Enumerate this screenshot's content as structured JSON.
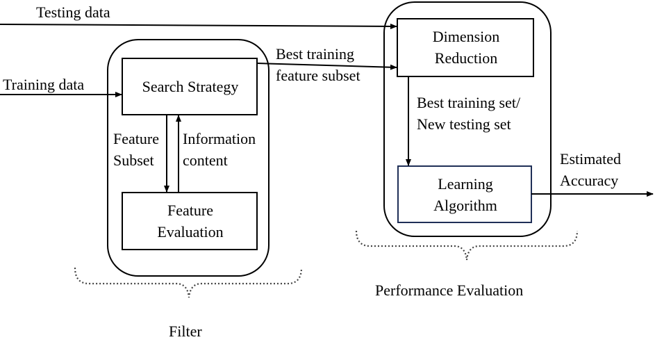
{
  "inputs": {
    "testing_data": "Testing data",
    "training_data": "Training data"
  },
  "filter": {
    "search_strategy": "Search Strategy",
    "feature_evaluation": [
      "Feature",
      "Evaluation"
    ],
    "feature_subset": [
      "Feature",
      "Subset"
    ],
    "information_content": [
      "Information",
      "content"
    ],
    "caption": "Filter"
  },
  "link": {
    "best_training_feature_subset": [
      "Best training",
      "feature subset"
    ]
  },
  "performance": {
    "dimension_reduction": [
      "Dimension",
      "Reduction"
    ],
    "best_sets": [
      "Best training set/",
      "New testing set"
    ],
    "learning_algorithm": [
      "Learning",
      "Algorithm"
    ],
    "caption": "Performance Evaluation"
  },
  "output": {
    "estimated_accuracy": [
      "Estimated",
      "Accuracy"
    ]
  },
  "colors": {
    "line": "#000000",
    "learning_box_border": "#1f2f57",
    "brace": "#444444"
  }
}
